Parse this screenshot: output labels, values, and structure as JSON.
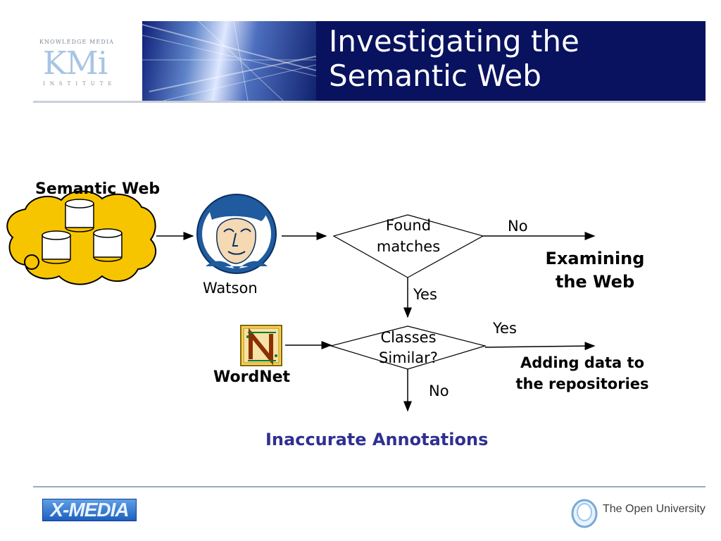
{
  "header": {
    "title_line1": "Investigating the",
    "title_line2": "Semantic Web",
    "kmi_top": "KNOWLEDGE MEDIA",
    "kmi_main": "KMi",
    "kmi_bottom": "INSTITUTE"
  },
  "diagram": {
    "semantic_web_label": "Semantic Web",
    "watson_label": "Watson",
    "wordnet_label": "WordNet",
    "decision1_line1": "Found",
    "decision1_line2": "matches",
    "decision2_line1": "Classes",
    "decision2_line2": "Similar?",
    "no_label_1": "No",
    "yes_label_1": "Yes",
    "yes_label_2": "Yes",
    "no_label_2": "No",
    "outcome_examining_line1": "Examining",
    "outcome_examining_line2": "the Web",
    "outcome_adding_line1": "Adding data to",
    "outcome_adding_line2": "the repositories",
    "outcome_inaccurate": "Inaccurate Annotations"
  },
  "footer": {
    "xmedia_label": "X-MEDIA",
    "open_university_label": "The Open University"
  },
  "colors": {
    "header_navy": "#08125e",
    "cloud_yellow": "#f7c500",
    "inaccurate_blue": "#2f3092",
    "watson_blue": "#1f5b9e"
  },
  "icons": {
    "watson": "detective-face-icon",
    "wordnet": "wordnet-logo-icon",
    "open_university": "open-university-logo-icon"
  }
}
